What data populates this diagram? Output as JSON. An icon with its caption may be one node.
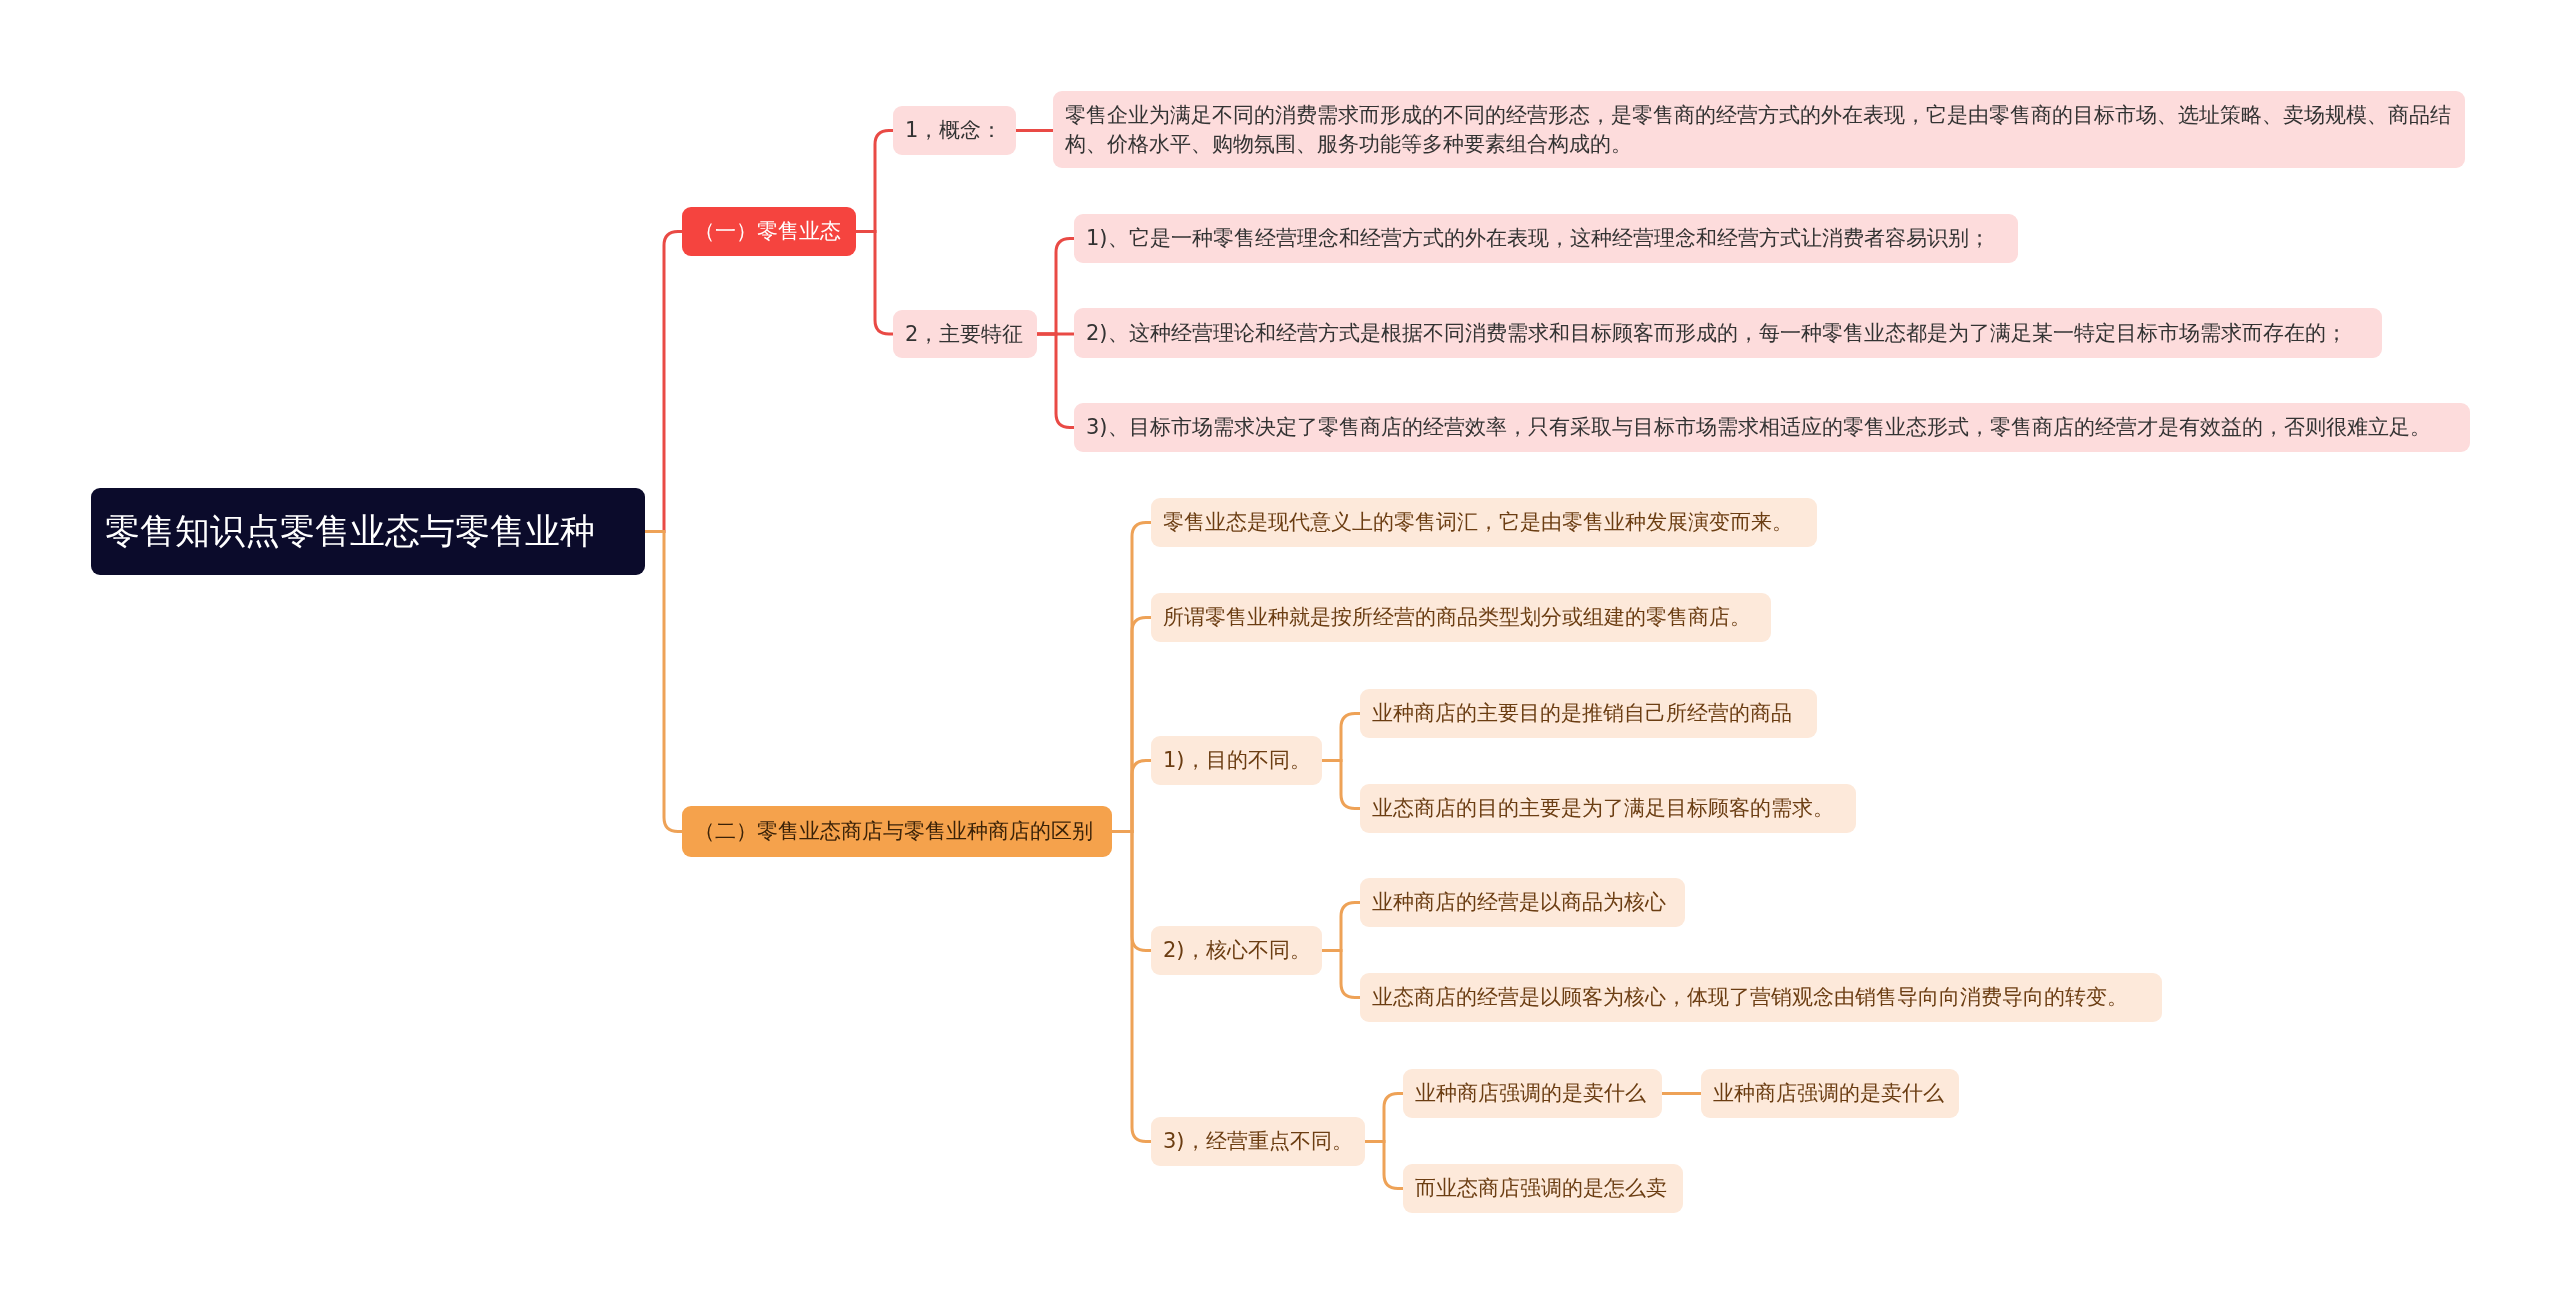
{
  "diagram": {
    "nodes": [
      {
        "text": [
          "零售知识点零售业态与零售业种"
        ]
      },
      {
        "text": [
          "（一）零售业态"
        ]
      },
      {
        "text": [
          "1，概念："
        ]
      },
      {
        "text": [
          "零售企业为满足不同的消费需求而形成的不同的经营形态，是零售商的经营方式的外在表现，它是由零售商的目标市场、选址策略、卖场规模、商品结构、价格水平、购物氛围、服务功能等多种要素组合构成的。"
        ]
      },
      {
        "text": [
          "2，主要特征"
        ]
      },
      {
        "text": [
          "1)、它是一种零售经营理念和经营方式的外在表现，这种经营理念和经营方式让消费者容易识别；"
        ]
      },
      {
        "text": [
          "2)、这种经营理论和经营方式是根据不同消费需求和目标顾客而形成的，每一种零售业态都是为了满足某一特定目标市场需求而存在的；"
        ]
      },
      {
        "text": [
          "3)、目标市场需求决定了零售商店的经营效率，只有采取与目标市场需求相适应的零售业态形式，零售商店的经营才是有效益的，否则很难立足。"
        ]
      },
      {
        "text": [
          "（二）零售业态商店与零售业种商店的区别"
        ]
      },
      {
        "text": [
          "零售业态是现代意义上的零售词汇，它是由零售业种发展演变而来。"
        ]
      },
      {
        "text": [
          "所谓零售业种就是按所经营的商品类型划分或组建的零售商店。"
        ]
      },
      {
        "text": [
          "1)，目的不同。"
        ]
      },
      {
        "text": [
          "业种商店的主要目的是推销自己所经营的商品"
        ]
      },
      {
        "text": [
          "业态商店的目的主要是为了满足目标顾客的需求。"
        ]
      },
      {
        "text": [
          "2)，核心不同。"
        ]
      },
      {
        "text": [
          "业种商店的经营是以商品为核心"
        ]
      },
      {
        "text": [
          "业态商店的经营是以顾客为核心，体现了营销观念由销售导向向消费导向的转变。"
        ]
      },
      {
        "text": [
          "3)，经营重点不同。"
        ]
      },
      {
        "text": [
          "业种商店强调的是卖什么"
        ]
      },
      {
        "text": [
          "业种商店强调的是卖什么"
        ]
      },
      {
        "text": [
          "而业态商店强调的是怎么卖"
        ]
      }
    ],
    "edges": [
      {
        "from": 0,
        "to": 1,
        "arrow": "none",
        "color": "#e94a45"
      },
      {
        "from": 0,
        "to": 8,
        "arrow": "none"
      },
      {
        "from": 1,
        "to": 2,
        "arrow": "none",
        "color": "#e94a45"
      },
      {
        "from": 1,
        "to": 4,
        "arrow": "none",
        "color": "#e94a45"
      },
      {
        "from": 2,
        "to": 3,
        "arrow": "none",
        "color": "#e94a45"
      },
      {
        "from": 4,
        "to": 5,
        "arrow": "none",
        "color": "#e94a45"
      },
      {
        "from": 4,
        "to": 6,
        "arrow": "none",
        "color": "#e94a45"
      },
      {
        "from": 4,
        "to": 7,
        "arrow": "none",
        "color": "#e94a45"
      },
      {
        "from": 8,
        "to": 9,
        "arrow": "none"
      },
      {
        "from": 8,
        "to": 10,
        "arrow": "none"
      },
      {
        "from": 8,
        "to": 11,
        "arrow": "none"
      },
      {
        "from": 8,
        "to": 14,
        "arrow": "none"
      },
      {
        "from": 8,
        "to": 17,
        "arrow": "none"
      },
      {
        "from": 11,
        "to": 12,
        "arrow": "none"
      },
      {
        "from": 11,
        "to": 13,
        "arrow": "none"
      },
      {
        "from": 14,
        "to": 15,
        "arrow": "none"
      },
      {
        "from": 14,
        "to": 16,
        "arrow": "none"
      },
      {
        "from": 17,
        "to": 18,
        "arrow": "none"
      },
      {
        "from": 17,
        "to": 20,
        "arrow": "none"
      },
      {
        "from": 18,
        "to": 19,
        "arrow": "none"
      }
    ]
  }
}
